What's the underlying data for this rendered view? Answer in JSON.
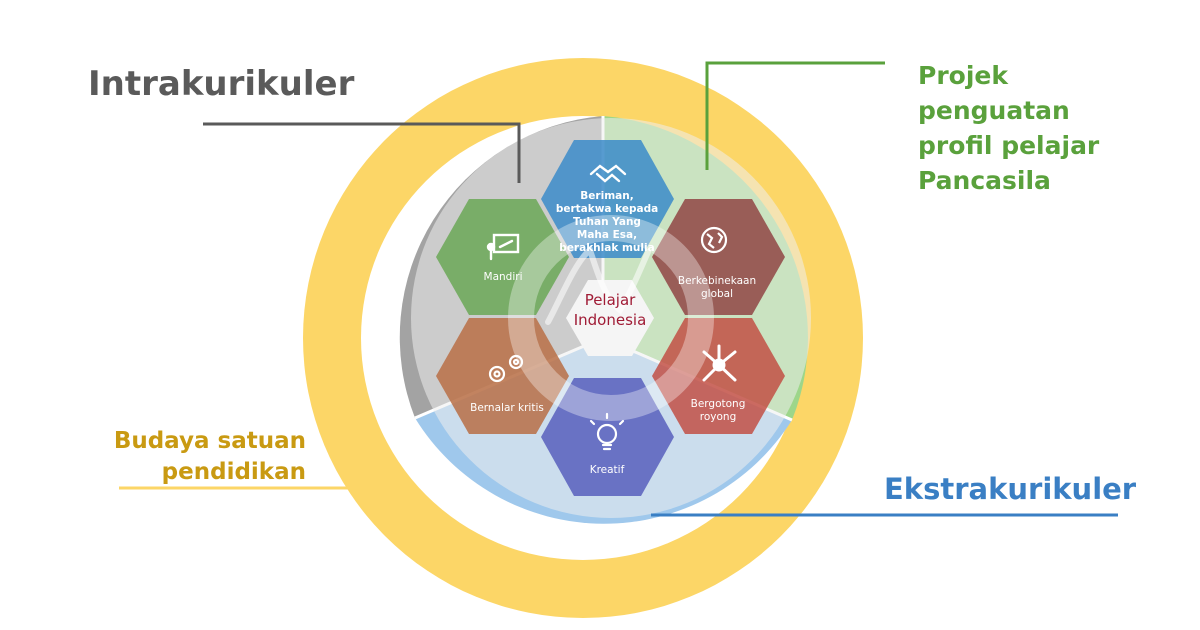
{
  "labels": {
    "intrakurikuler": "Intrakurikuler",
    "projek": [
      "Projek",
      "penguatan",
      "profil pelajar",
      "Pancasila"
    ],
    "budaya": [
      "Budaya satuan",
      "pendidikan"
    ],
    "ekstrakurikuler": "Ekstrakurikuler"
  },
  "center": [
    "Pelajar",
    "Indonesia"
  ],
  "hexes": {
    "beriman": [
      "Beriman,",
      "bertakwa kepada",
      "Tuhan Yang",
      "Maha Esa,",
      "berakhlak mulia"
    ],
    "mandiri": [
      "Mandiri"
    ],
    "berkebinekaan": [
      "Berkebinekaan",
      "global"
    ],
    "bernalar": [
      "Bernalar kritis"
    ],
    "gotong": [
      "Bergotong",
      "royong"
    ],
    "kreatif": [
      "Kreatif"
    ]
  },
  "colors": {
    "budaya": "#fcd667",
    "intra": "#a3a3a3",
    "projek": "#9dd68a",
    "ekstra": "#9fc8ec",
    "label_intra": "#5a5a5a",
    "label_projek": "#5aa13c",
    "label_budaya": "#c99a12",
    "label_ekstra": "#3a7fc4",
    "center_text": "#a01c36"
  },
  "icons": {
    "beriman": "handshake-icon",
    "mandiri": "presentation-icon",
    "berkebinekaan": "globe-icon",
    "bernalar": "gears-icon",
    "gotong": "hands-together-icon",
    "kreatif": "lightbulb-icon"
  }
}
